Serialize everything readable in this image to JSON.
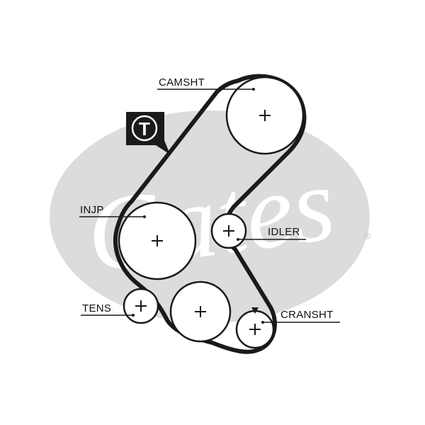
{
  "watermark": {
    "text": "Gates",
    "registered_mark": "®",
    "color": "#dcdcdc"
  },
  "badge": {
    "letter": "T"
  },
  "labels": {
    "camshaft": "CAMSHT",
    "injection_pump": "INJP",
    "idler": "IDLER",
    "tensioner": "TENS",
    "crankshaft": "CRANSHT"
  },
  "colors": {
    "belt": "#1a1a1a",
    "pulley": "#1a1a1a",
    "background": "#ffffff"
  }
}
